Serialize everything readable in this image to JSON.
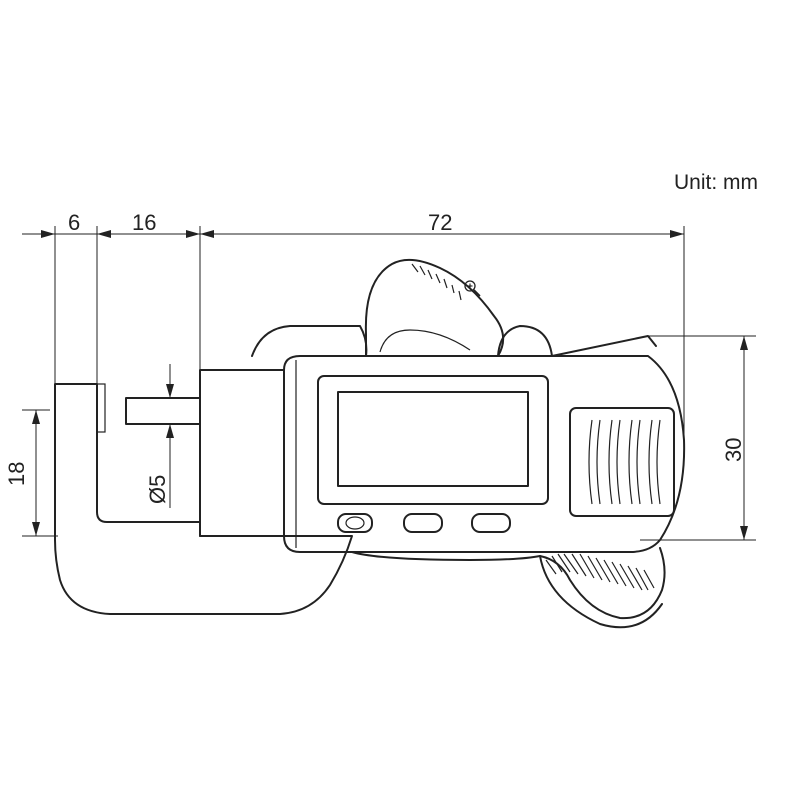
{
  "unit_label": "Unit: mm",
  "dimensions": {
    "jaw_width": "6",
    "gap_width": "16",
    "overall_length": "72",
    "throat_depth": "18",
    "anvil_diameter": "Ø5",
    "height": "30"
  },
  "icons": {
    "zoom": "zoom-in-icon"
  },
  "colors": {
    "line": "#222222",
    "background": "#ffffff"
  }
}
